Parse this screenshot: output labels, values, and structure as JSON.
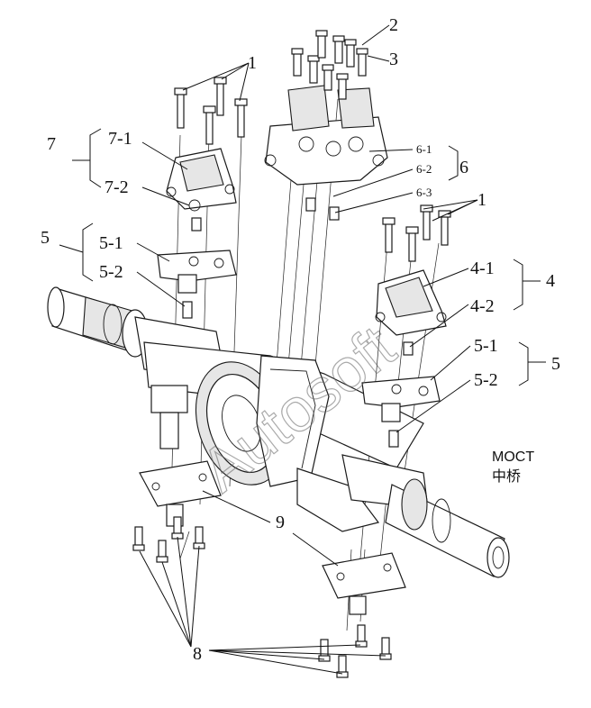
{
  "labels": {
    "bolt_group_top_left": "1",
    "bolt_group_right": "1",
    "part_2": "2",
    "part_3": "3",
    "assembly_7": "7",
    "part_7_1": "7-1",
    "part_7_2": "7-2",
    "assembly_6": "6",
    "part_6_1": "6-1",
    "part_6_2": "6-2",
    "part_6_3": "6-3",
    "assembly_5_left": "5",
    "part_5_1_left": "5-1",
    "part_5_2_left": "5-2",
    "assembly_4": "4",
    "part_4_1": "4-1",
    "part_4_2": "4-2",
    "assembly_5_right": "5",
    "part_5_1_right": "5-1",
    "part_5_2_right": "5-2",
    "part_9": "9",
    "part_8": "8"
  },
  "axle_caption": {
    "latin": "MOCT",
    "chinese": "中桥"
  },
  "watermark": "Autosoft"
}
